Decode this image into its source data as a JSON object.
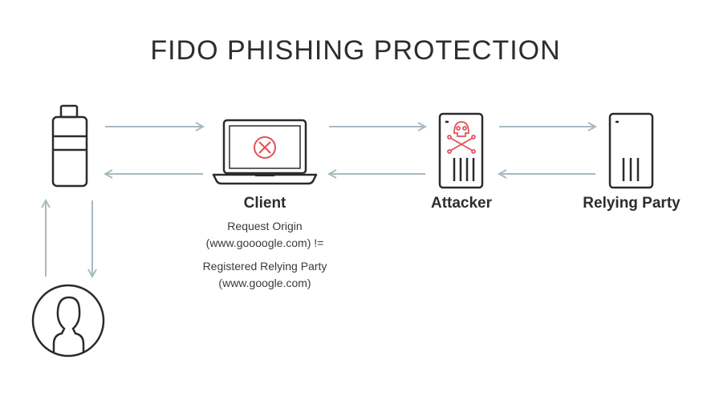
{
  "title": "FIDO PHISHING PROTECTION",
  "nodes": {
    "client": {
      "label": "Client",
      "note_line1": "Request Origin",
      "note_line2": "(www.goooogle.com) !=",
      "note_line3": "Registered Relying Party",
      "note_line4": "(www.google.com)"
    },
    "attacker": {
      "label": "Attacker"
    },
    "relying_party": {
      "label": "Relying Party"
    }
  },
  "colors": {
    "stroke": "#2b2b2b",
    "arrow": "#a9b9c2",
    "danger": "#e0525a"
  }
}
